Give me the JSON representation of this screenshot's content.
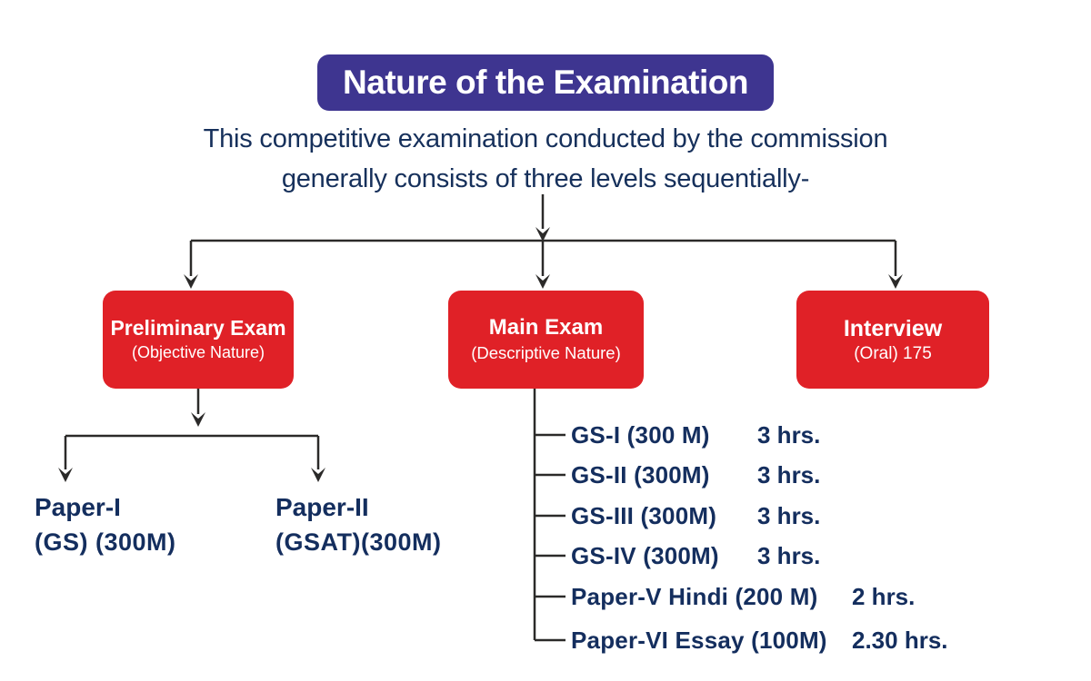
{
  "header": {
    "title": "Nature of the Examination",
    "subtitle_line1": "This competitive examination conducted by the commission",
    "subtitle_line2": "generally consists of three levels sequentially-"
  },
  "colors": {
    "banner_bg": "#3e3590",
    "level_box_red": "#e02127",
    "text_navy": "#15305f",
    "connector_line": "#2b2a29"
  },
  "levels": {
    "preliminary": {
      "title": "Preliminary Exam",
      "nature": "(Objective Nature)"
    },
    "main": {
      "title": "Main Exam",
      "nature": "(Descriptive Nature)"
    },
    "interview": {
      "title": "Interview",
      "nature": "(Oral) 175"
    }
  },
  "preliminary_papers": [
    {
      "name": "Paper-I",
      "detail": "(GS) (300M)"
    },
    {
      "name": "Paper-II",
      "detail": "(GSAT)(300M)"
    }
  ],
  "main_papers": [
    {
      "name": "GS-I (300 M)",
      "duration": "3 hrs."
    },
    {
      "name": "GS-II (300M)",
      "duration": "3 hrs."
    },
    {
      "name": "GS-III (300M)",
      "duration": "3 hrs."
    },
    {
      "name": "GS-IV (300M)",
      "duration": "3 hrs."
    },
    {
      "name": "Paper-V Hindi (200 M)",
      "duration": "2 hrs."
    },
    {
      "name": "Paper-VI Essay (100M)",
      "duration": "2.30 hrs."
    }
  ]
}
